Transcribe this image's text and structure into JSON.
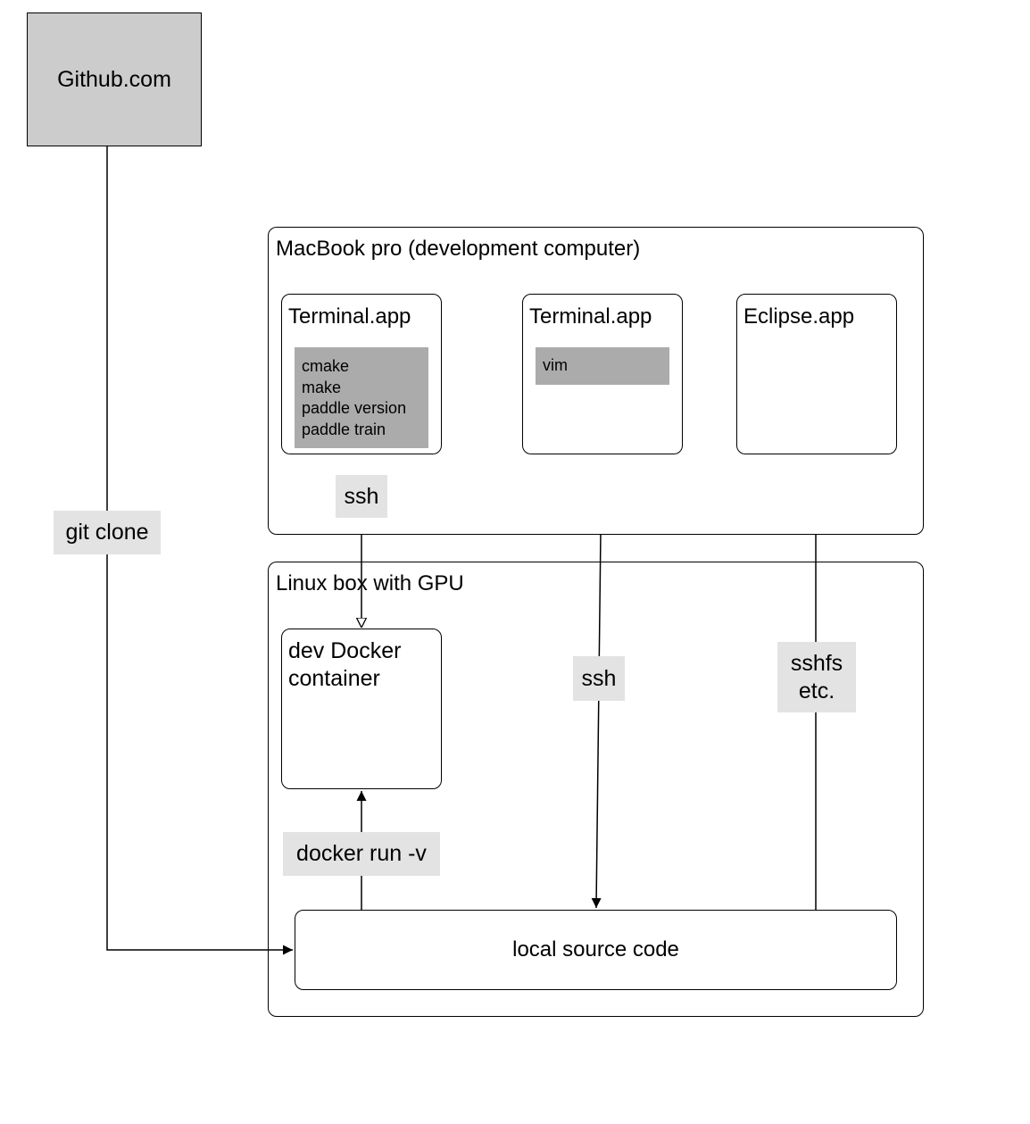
{
  "github": {
    "label": "Github.com"
  },
  "macbook": {
    "title": "MacBook pro (development computer)",
    "terminal1": {
      "title": "Terminal.app",
      "commands": [
        "cmake",
        "make",
        "paddle version",
        "paddle train"
      ]
    },
    "terminal2": {
      "title": "Terminal.app",
      "commands": [
        "vim"
      ]
    },
    "eclipse": {
      "title": "Eclipse.app"
    }
  },
  "linux": {
    "title": "Linux box with GPU",
    "docker": {
      "title_line1": "dev Docker",
      "title_line2": "container"
    },
    "source": {
      "label": "local source code"
    }
  },
  "edges": {
    "git_clone": "git clone",
    "ssh_docker": "ssh",
    "ssh_vim": "ssh",
    "sshfs_line1": "sshfs",
    "sshfs_line2": "etc.",
    "docker_run": "docker run -v"
  },
  "colors": {
    "github_fill": "#cccccc",
    "command_fill": "#ababab",
    "label_fill": "#e3e3e3",
    "stroke": "#000000"
  }
}
